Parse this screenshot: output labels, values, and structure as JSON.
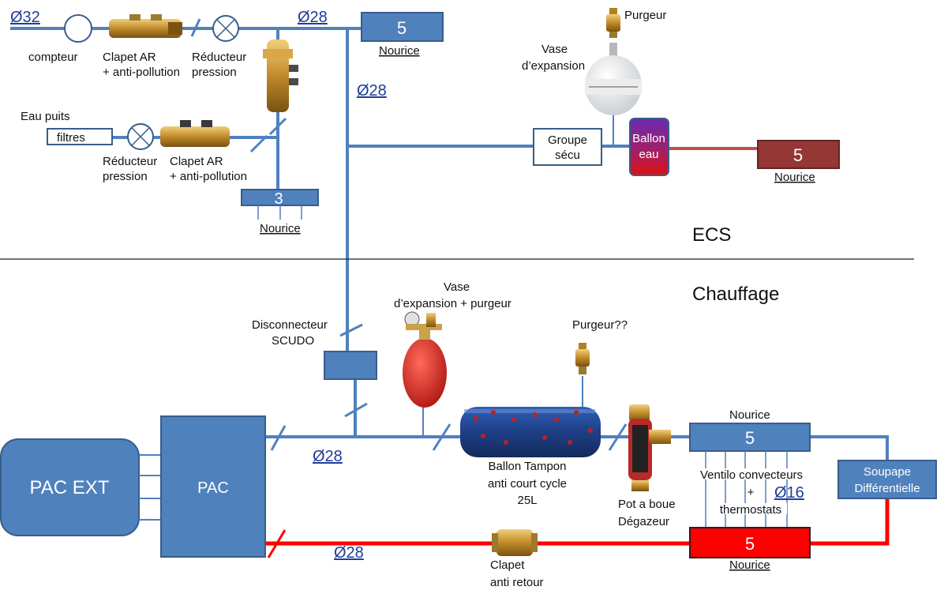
{
  "colors": {
    "cold_pipe": "#4f81bd",
    "hot_pipe": "#ff0000",
    "ecs_hot_pipe": "#c0504d",
    "box_fill": "#4f81bd",
    "box_stroke": "#385d8a",
    "dark_red_box": "#953735",
    "red_box": "#ff0000",
    "brass": "#c08a2a",
    "tank_blue": "#1f3f86",
    "vessel_red": "#d8302a",
    "dimension_text": "#1f3d99"
  },
  "sections": {
    "ecs": "ECS",
    "chauffage": "Chauffage"
  },
  "dimensions": {
    "d32": "Ø32",
    "d28_top": "Ø28",
    "d28_mid": "Ø28",
    "d28_pac": "Ø28",
    "d28_return": "Ø28",
    "d16": "Ø16"
  },
  "labels": {
    "compteur": "compteur",
    "clapet_ar_1": "Clapet AR",
    "clapet_ar_1b": "+ anti-pollution",
    "reducteur_1": "Réducteur",
    "reducteur_1b": "pression",
    "eau_puits": "Eau puits",
    "filtres": "filtres",
    "reducteur_2": "Réducteur",
    "reducteur_2b": "pression",
    "clapet_ar_2": "Clapet AR",
    "clapet_ar_2b": "+ anti-pollution",
    "purgeur_top": "Purgeur",
    "vase_1": "Vase",
    "vase_1b": "d’expansion",
    "groupe_secu_1": "Groupe",
    "groupe_secu_2": "sécu",
    "ballon_1": "Ballon",
    "ballon_2": "eau",
    "vase_2": "Vase",
    "vase_2b": "d’expansion + purgeur",
    "purgeur_q": "Purgeur??",
    "disconnecteur_1": "Disconnecteur",
    "disconnecteur_2": "SCUDO",
    "ballon_tampon_1": "Ballon Tampon",
    "ballon_tampon_2": "anti court cycle",
    "ballon_tampon_3": "25L",
    "pot_boue_1": "Pot a boue",
    "pot_boue_2": "Dégazeur",
    "ventilo_1": "Ventilo convecteurs",
    "ventilo_2": "+",
    "ventilo_3": "thermostats",
    "soupape_1": "Soupape",
    "soupape_2": "Différentielle",
    "clapet_retour_1": "Clapet",
    "clapet_retour_2": "anti retour",
    "pac_ext": "PAC EXT",
    "pac": "PAC"
  },
  "manifolds": {
    "top_ecs": {
      "count": "5",
      "label": "Nourice"
    },
    "hot_ecs": {
      "count": "5",
      "label": "Nourice"
    },
    "small_3": {
      "count": "3",
      "label": "Nourice"
    },
    "heat_supply": {
      "count": "5",
      "label": "Nourice"
    },
    "heat_return": {
      "count": "5",
      "label": "Nourice"
    }
  }
}
